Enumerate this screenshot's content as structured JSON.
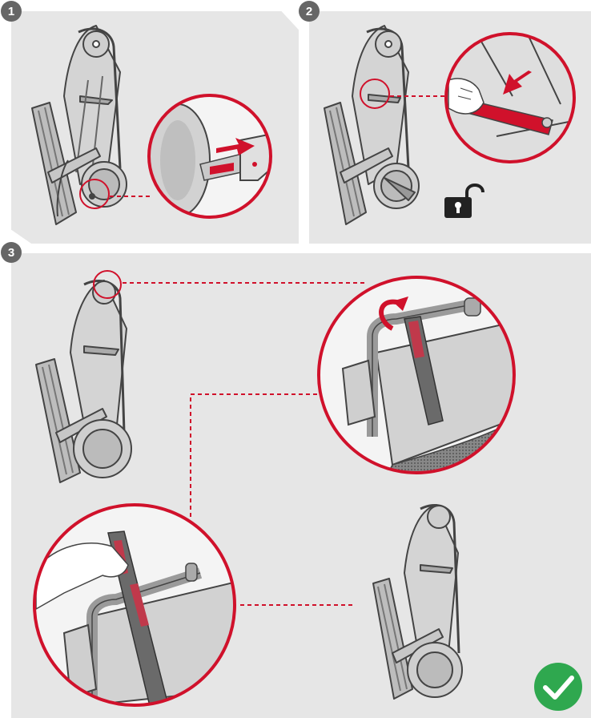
{
  "steps": [
    {
      "number": "1"
    },
    {
      "number": "2"
    },
    {
      "number": "3"
    }
  ],
  "icons": {
    "unlock": "unlock-icon",
    "confirm": "check-icon"
  },
  "colors": {
    "accent": "#d0112b",
    "panel": "#e6e6e6",
    "badge": "#666666",
    "check": "#2fa84f"
  }
}
